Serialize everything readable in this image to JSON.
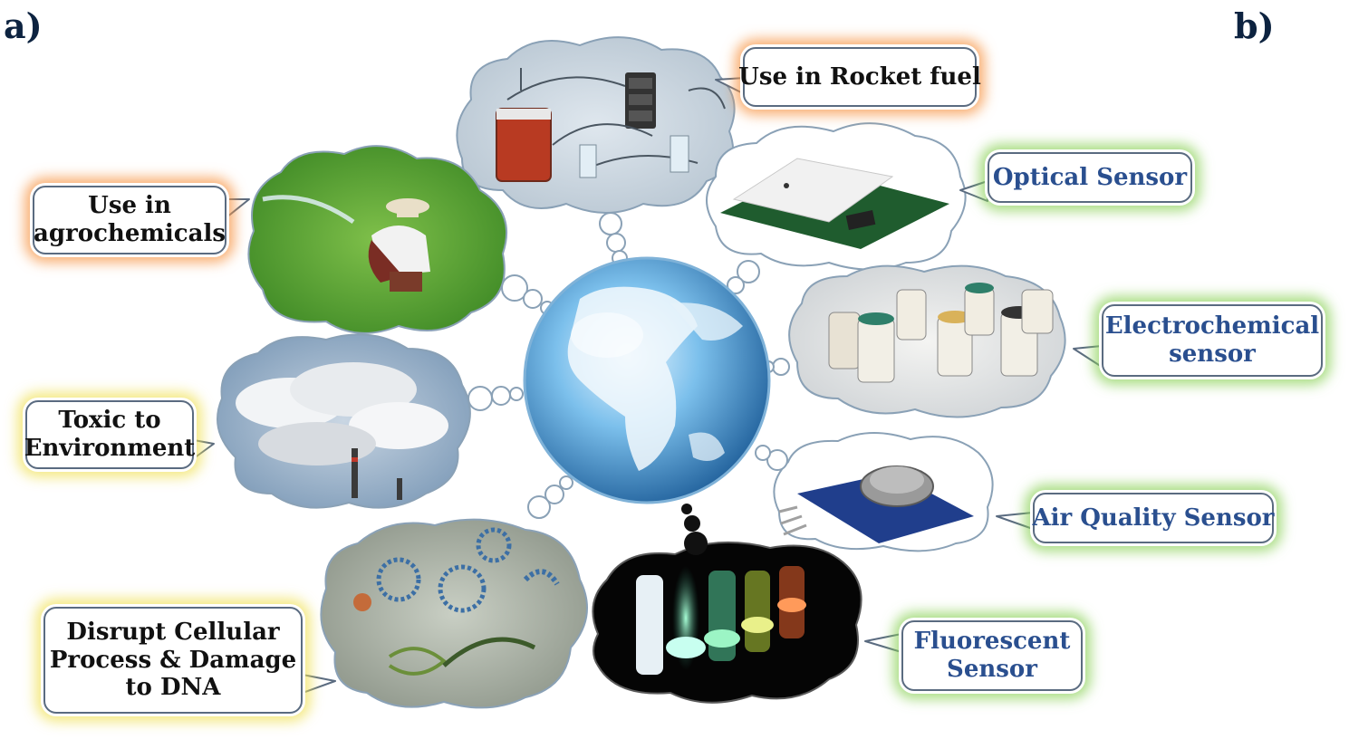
{
  "panel_labels": {
    "a": "a)",
    "b": "b)"
  },
  "hazards": {
    "rocket_fuel": [
      "Use in Rocket fuel"
    ],
    "agrochemicals": [
      "Use in",
      "agrochemicals"
    ],
    "toxic": [
      "Toxic to",
      "Environment"
    ],
    "cellular": [
      "Disrupt Cellular",
      "Process & Damage",
      "to DNA"
    ]
  },
  "sensors": {
    "optical": [
      "Optical Sensor"
    ],
    "electrochemical": [
      "Electrochemical",
      "sensor"
    ],
    "air_quality": [
      "Air Quality Sensor"
    ],
    "fluorescent": [
      "Fluorescent",
      "Sensor"
    ]
  },
  "colors": {
    "hazard_glow": "#f79646",
    "toxic_glow": "#f0e15a",
    "sensor_glow": "#8cd25a",
    "sensor_text": "#2a4f8f",
    "hazard_text": "#111111",
    "globe_ocean": "#3d8fc9"
  }
}
